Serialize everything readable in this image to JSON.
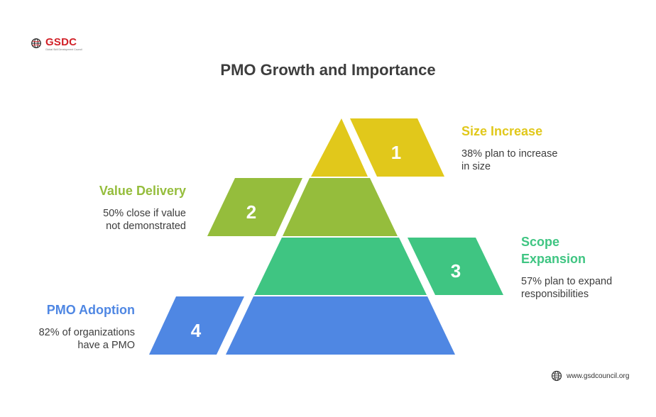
{
  "title": "PMO Growth and Importance",
  "logo": {
    "name": "GSDC",
    "tagline": "Global Skill Development Council"
  },
  "footer": {
    "url": "www.gsdcouncil.org"
  },
  "colors": {
    "level1": "#e1c81b",
    "level2": "#95bd3c",
    "level3": "#3fc582",
    "level4": "#4f87e3",
    "title": "#3d3d3d",
    "brand": "#d12027"
  },
  "levels": [
    {
      "number": "1",
      "label": "Size Increase",
      "description": "38% plan to increase in size",
      "desc_lines": [
        "38% plan to increase",
        "in size"
      ]
    },
    {
      "number": "2",
      "label": "Value Delivery",
      "description": "50% close if value not demonstrated",
      "desc_lines": [
        "50% close if value",
        "not demonstrated"
      ]
    },
    {
      "number": "3",
      "label": "Scope Expansion",
      "label_lines": [
        "Scope",
        "Expansion"
      ],
      "description": "57% plan to expand responsibilities",
      "desc_lines": [
        "57% plan to expand",
        "responsibilities"
      ]
    },
    {
      "number": "4",
      "label": "PMO Adoption",
      "description": "82% of organizations have a PMO",
      "desc_lines": [
        "82% of organizations",
        "have a PMO"
      ]
    }
  ]
}
